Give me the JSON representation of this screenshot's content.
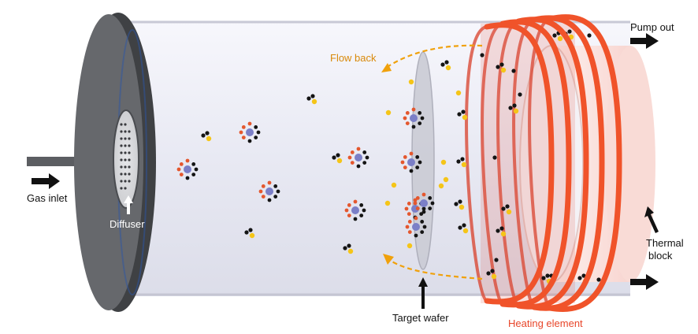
{
  "labels": {
    "gas_inlet": "Gas inlet",
    "diffuser": "Diffuser",
    "flow_back": "Flow back",
    "pump_out": "Pump out",
    "target_wafer": "Target wafer",
    "heating_element": "Heating element",
    "thermal_block_line1": "Thermal",
    "thermal_block_line2": "block"
  },
  "colors": {
    "flange": "#606266",
    "flange_edge": "#3f4144",
    "tube": "#e9eaf4",
    "coil": "#f0532a",
    "coil_dark": "#d13a1c",
    "thermal_block": "#fbe3e0",
    "flow_arrow": "#f0a10c",
    "heating_text": "#e8462a",
    "wafer": "#c9cad3",
    "atom_black": "#141414",
    "atom_yellow": "#f5c518",
    "atom_orange": "#e4572e",
    "atom_purple": "#7b7fc7"
  },
  "icons": {
    "gas_inlet_arrow": "arrow-right-icon",
    "pump_out_arrow": "arrow-right-icon",
    "exhaust_arrow": "arrow-right-icon",
    "target_wafer_arrow": "arrow-up-icon",
    "diffuser_arrow": "arrow-up-icon",
    "thermal_block_arrow": "arrow-up-icon"
  }
}
